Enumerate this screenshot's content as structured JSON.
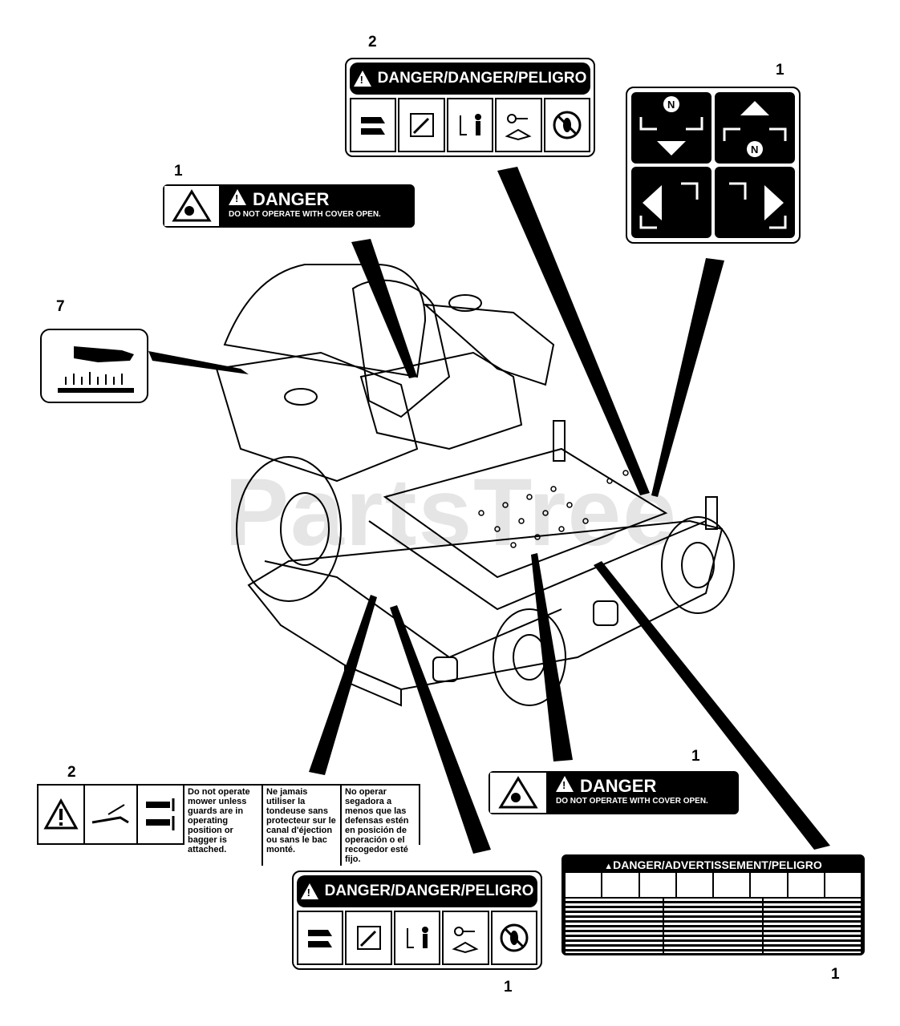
{
  "callouts": {
    "top_center": "2",
    "top_right": "1",
    "upper_left_danger": "1",
    "left_hand": "7",
    "right_danger": "1",
    "bottom_left": "2",
    "bottom_center": "1",
    "bottom_right": "1"
  },
  "decal_danger_multi": {
    "title": "DANGER/DANGER/PELIGRO"
  },
  "decal_cover": {
    "title": "DANGER",
    "text": "DO NOT OPERATE WITH COVER OPEN."
  },
  "decal_guards": {
    "en": "Do not operate mower unless guards are in operating position or bagger is attached.",
    "fr": "Ne jamais utiliser la tondeuse sans protecteur sur le canal d'éjection ou sans le bac monté.",
    "es": "No operar segadora a menos que las defensas estén en posición de operación o el recogedor esté fijo."
  },
  "decal_advert": {
    "title": "DANGER/ADVERTISSEMENT/PELIGRO"
  },
  "decal_steer": {
    "neutral_label": "N"
  },
  "watermark": "PartsTree"
}
